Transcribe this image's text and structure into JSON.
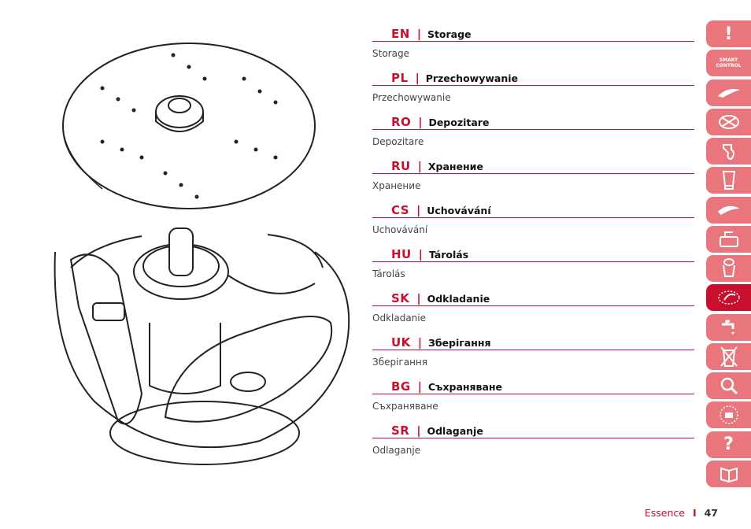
{
  "languages": [
    {
      "code": "EN",
      "title": "Storage",
      "subtitle": "Storage"
    },
    {
      "code": "PL",
      "title": "Przechowywanie",
      "subtitle": "Przechowywanie"
    },
    {
      "code": "RO",
      "title": "Depozitare",
      "subtitle": "Depozitare"
    },
    {
      "code": "RU",
      "title": "Хранение",
      "subtitle": "Хранение"
    },
    {
      "code": "CS",
      "title": "Uchovávání",
      "subtitle": "Uchovávání"
    },
    {
      "code": "HU",
      "title": "Tárolás",
      "subtitle": "Tárolás"
    },
    {
      "code": "SK",
      "title": "Odkladanie",
      "subtitle": "Odkladanie"
    },
    {
      "code": "UK",
      "title": "Зберігання",
      "subtitle": "Зберігання"
    },
    {
      "code": "BG",
      "title": "Съхраняване",
      "subtitle": "Съхраняване"
    },
    {
      "code": "SR",
      "title": "Odlaganje",
      "subtitle": "Odlaganje"
    }
  ],
  "sidebar": {
    "tabs": [
      {
        "icon": "warning-icon",
        "text": "!"
      },
      {
        "icon": "smart-control-icon",
        "text": "SMART CONTROL"
      },
      {
        "icon": "blade-icon",
        "text": ""
      },
      {
        "icon": "whisk-disc-icon",
        "text": ""
      },
      {
        "icon": "dough-hook-icon",
        "text": ""
      },
      {
        "icon": "blender-jar-icon",
        "text": ""
      },
      {
        "icon": "chopping-blade-icon",
        "text": ""
      },
      {
        "icon": "grater-disc-icon",
        "text": ""
      },
      {
        "icon": "juicer-icon",
        "text": ""
      },
      {
        "icon": "storage-icon",
        "text": "",
        "active": true
      },
      {
        "icon": "cleaning-tap-icon",
        "text": ""
      },
      {
        "icon": "disposal-icon",
        "text": ""
      },
      {
        "icon": "magnifier-icon",
        "text": ""
      },
      {
        "icon": "guarantee-icon",
        "text": ""
      },
      {
        "icon": "question-icon",
        "text": "?"
      },
      {
        "icon": "recipe-book-icon",
        "text": ""
      }
    ],
    "colors": {
      "tab": "#e8767c",
      "active": "#c8102e"
    }
  },
  "footer": {
    "brand": "Essence",
    "separator": "I",
    "page": "47"
  },
  "accent_color": "#c8102e"
}
